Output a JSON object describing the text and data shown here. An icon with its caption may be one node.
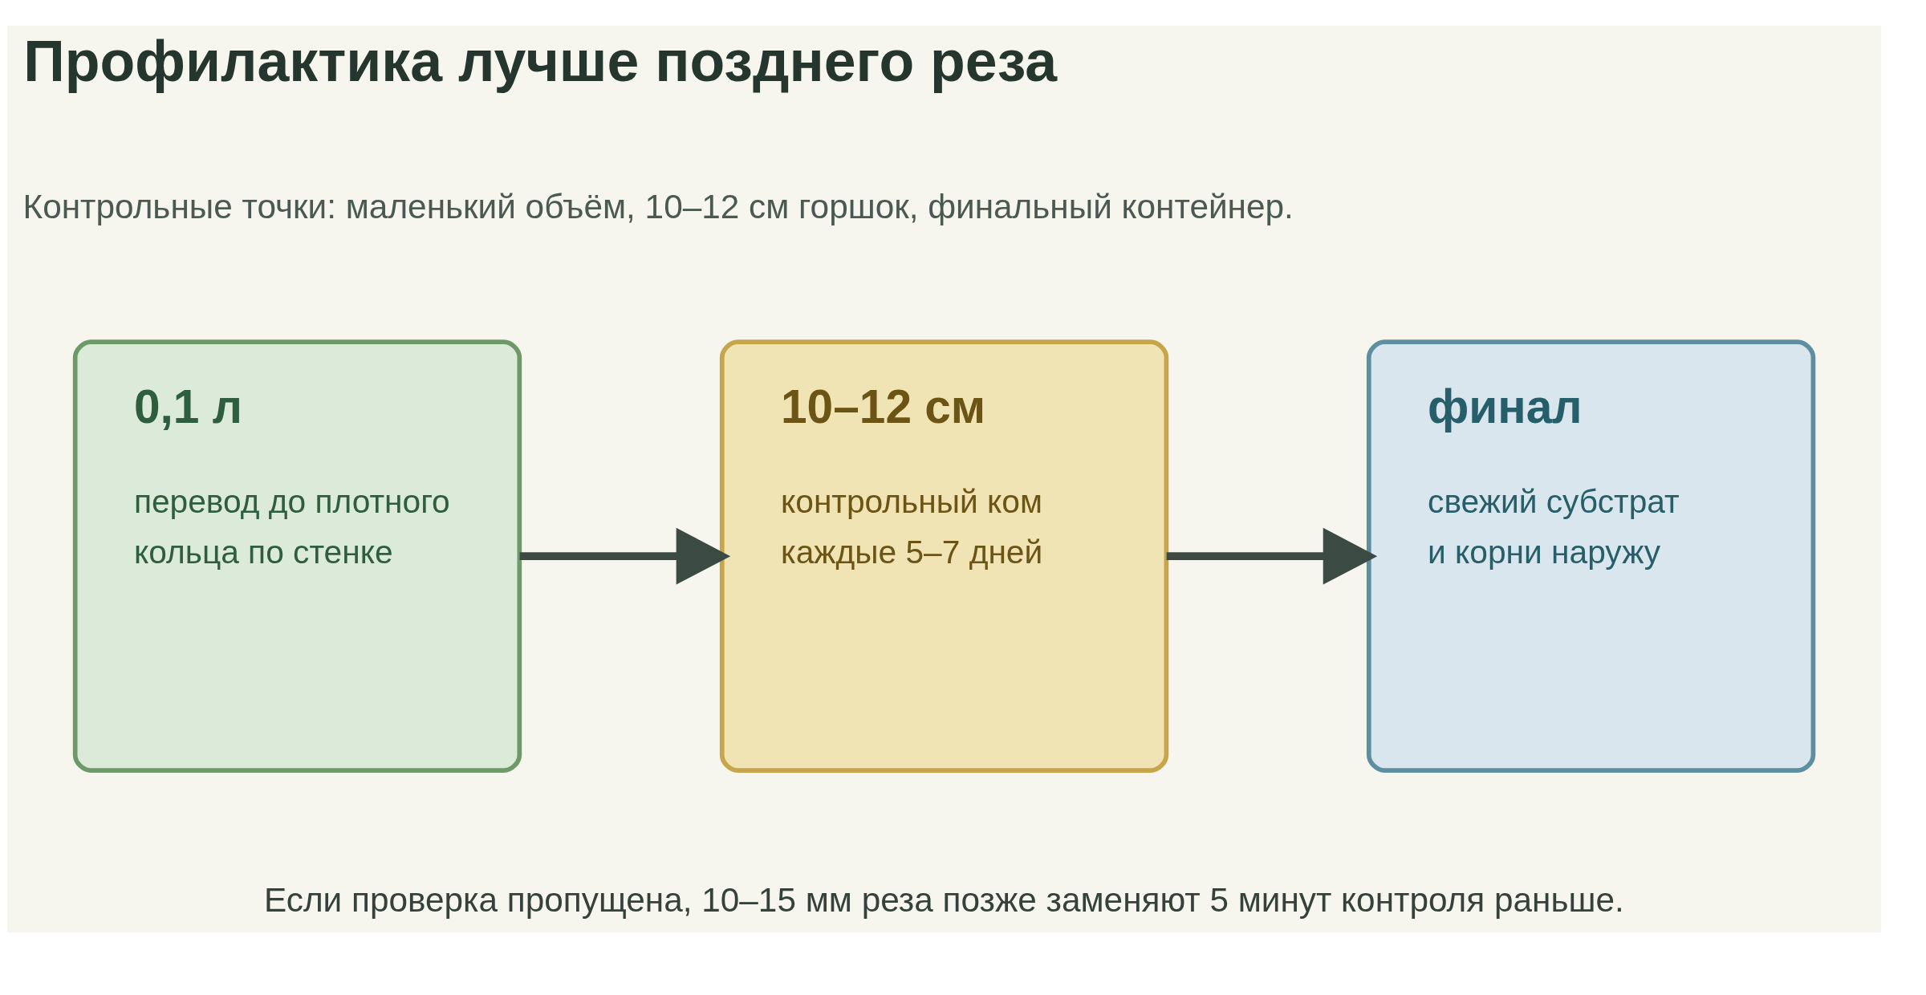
{
  "diagram": {
    "title": "Профилактика лучше позднего реза",
    "caption": "Если проверка пропущена, 10–15 мм реза позже заменяют 5 минут контроля раньше.",
    "nodes": [
      {
        "text": [
          "0,1 л",
          "перевод до плотного кольца по стенке"
        ]
      },
      {
        "text": [
          "10–12 см",
          "контрольный ком каждые 5–7 дней"
        ]
      },
      {
        "text": [
          "финал",
          "свежий субстрат и корни наружу"
        ]
      }
    ],
    "edges": [
      {
        "from": 0,
        "to": 1,
        "arrow": "to"
      },
      {
        "from": 1,
        "to": 2,
        "arrow": "to"
      }
    ],
    "labels": [
      "Контрольные точки: маленький объём, 10–12 см горшок, финальный контейнер."
    ]
  }
}
